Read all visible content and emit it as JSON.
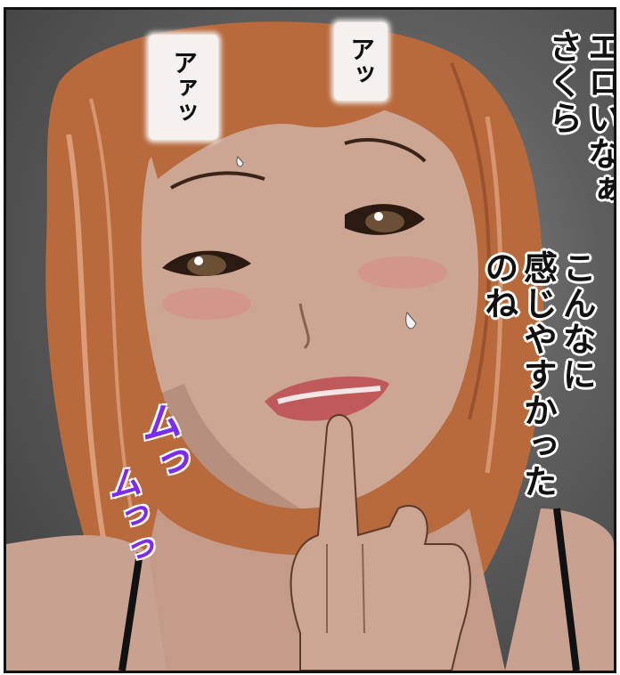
{
  "panel": {
    "speech_right": {
      "line1": "エロいなぁ",
      "line2": "さくら"
    },
    "speech_middle": {
      "line1": "こんなに",
      "line2": "感じやすかった",
      "line3": "のね"
    },
    "sfx_boxes": {
      "left": "アァッ",
      "right": "アッ"
    },
    "sfx_purple": {
      "top": "ムっ",
      "bottom": "ムっっ"
    },
    "colors": {
      "hair": "#b86a3c",
      "hair_highlight": "#e9b391",
      "skin": "#cda593",
      "skin_shadow": "#a8806f",
      "background": "#5e5e5e",
      "sfx_purple": "#7a2cf0"
    },
    "icons": [
      "manga-character-illustration"
    ]
  }
}
